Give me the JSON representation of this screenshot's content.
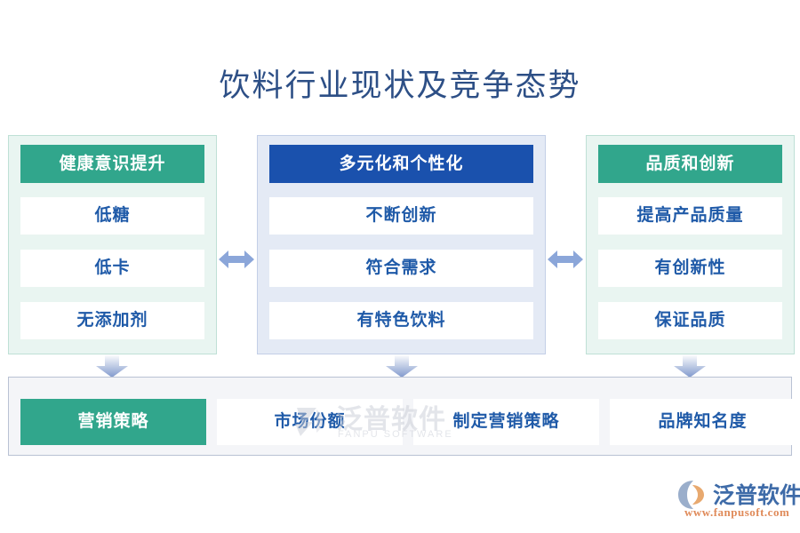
{
  "page": {
    "title": "饮料行业现状及竞争态势",
    "title_color": "#2d4f86",
    "background": "#ffffff"
  },
  "colors": {
    "green_accent": "#31a68c",
    "blue_accent": "#1a51ad",
    "item_text": "#1f5aa8",
    "green_panel_bg": "#e9f5f1",
    "blue_panel_bg": "#e4eaf5",
    "bottom_panel_bg": "#f4f5f8",
    "arrow": "#8ba6d9"
  },
  "columns": [
    {
      "id": "health-awareness",
      "header": "健康意识提升",
      "header_style": "green",
      "items": [
        "低糖",
        "低卡",
        "无添加剂"
      ]
    },
    {
      "id": "diversification-personalization",
      "header": "多元化和个性化",
      "header_style": "blue",
      "items": [
        "不断创新",
        "符合需求",
        "有特色饮料"
      ]
    },
    {
      "id": "quality-innovation",
      "header": "品质和创新",
      "header_style": "green",
      "items": [
        "提高产品质量",
        "有创新性",
        "保证品质"
      ]
    }
  ],
  "connectors": {
    "horizontal": [
      "double-arrow-horizontal-icon",
      "double-arrow-horizontal-icon"
    ],
    "vertical": [
      "arrow-down-icon",
      "arrow-down-icon",
      "arrow-down-icon"
    ]
  },
  "bottom_row": {
    "items": [
      {
        "label": "营销策略",
        "style": "accent"
      },
      {
        "label": "市场份额",
        "style": "plain"
      },
      {
        "label": "制定营销策略",
        "style": "plain"
      },
      {
        "label": "品牌知名度",
        "style": "plain"
      }
    ]
  },
  "watermark": {
    "brand_cn": "泛普软件",
    "brand_en": "FANPU SOFTWARE"
  },
  "logo": {
    "brand_cn": "泛普软件",
    "url": "www.fanpusoft.com"
  }
}
